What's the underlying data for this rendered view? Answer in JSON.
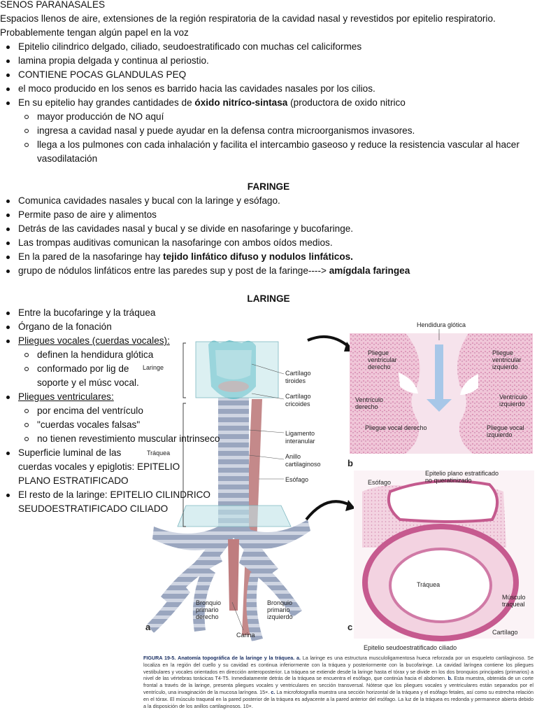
{
  "senos": {
    "title": "SENOS PARANASALES",
    "intro": "Espacios llenos de aire, extensiones de la región respiratoria de la cavidad nasal y revestidos por epitelio respiratorio. Probablemente tengan algún papel en la voz",
    "items": [
      "Epitelio cilindrico delgado, ciliado, seudoestratificado con muchas cel caliciformes",
      "lamina propia delgada y continua al periostio.",
      "CONTIENE POCAS GLANDULAS PEQ",
      "el moco producido en los senos es barrido hacia las cavidades nasales por los cilios."
    ],
    "no_item": {
      "pre": "En su epitelio hay grandes cantidades de ",
      "bold": "óxido nitríco-sintasa",
      "post": " (productora de oxido nitrico"
    },
    "subitems": [
      "mayor producción de NO aquí",
      "ingresa a cavidad nasal y puede ayudar en la defensa contra microorganismos invasores.",
      "llega a los pulmones con cada inhalación y facilita el intercambio gaseoso y reduce la resistencia vascular al hacer vasodilatación"
    ]
  },
  "faringe": {
    "title": "FARINGE",
    "items": [
      "Comunica cavidades nasales y bucal con la laringe y esófago.",
      "Permite paso de aire y alimentos",
      "Detrás de las cavidades nasal y bucal y se divide en nasofaringe y bucofaringe.",
      "Las trompas auditivas comunican la nasofaringe con ambos oídos medios."
    ],
    "item5_pre": "En la pared de la nasofaringe hay ",
    "item5_bold": "tejido linfático difuso y nodulos linfáticos.",
    "item6_pre": "grupo de nódulos linfáticos entre las paredes sup y post de la faringe----> ",
    "item6_bold": "amígdala faringea"
  },
  "laringe": {
    "title": "LARINGE",
    "item1": "Entre la bucofaringe y la tráquea",
    "item2": "Órgano de la fonación",
    "item3": "Pliegues vocales (cuerdas vocales):",
    "item3_sub": [
      "definen la hendidura glótica",
      "conformado por lig de",
      "soporte y el músc vocal."
    ],
    "item4": "Pliegues ventriculares:",
    "item4_sub": [
      "por encima del ventrículo",
      "\"cuerdas vocales falsas\"",
      "no tienen revestimiento muscular intrinseco"
    ],
    "item5": [
      "Superficie luminal de las",
      "cuerdas vocales y epiglotis: EPITELIO",
      "PLANO ESTRATIFICADO"
    ],
    "item6": [
      "El resto de la laringe: EPITELIO CILINDRICO",
      "SEUDOESTRATIFICADO CILIADO"
    ]
  },
  "figure": {
    "labels": {
      "laringe": "Laringe",
      "traquea": "Tráquea",
      "cartilago_tiroides": [
        "Cartílago",
        "tiroides"
      ],
      "cartilago_cricoides": [
        "Cartílago",
        "cricoides"
      ],
      "ligamento": [
        "Ligamento",
        "interanular"
      ],
      "anillo": [
        "Anillo",
        "cartilaginoso"
      ],
      "esofago": "Esófago",
      "bronquio_der": [
        "Bronquio",
        "primario",
        "derecho"
      ],
      "bronquio_izq": [
        "Bronquio",
        "primario",
        "izquierdo"
      ],
      "carina": "Carina",
      "hendidura": "Hendidura glótica",
      "pliegue_vent_der": [
        "Pliegue",
        "ventricular",
        "derecho"
      ],
      "pliegue_vent_izq": [
        "Pliegue",
        "ventricular",
        "izquierdo"
      ],
      "ventriculo_der": [
        "Ventrículo",
        "derecho"
      ],
      "ventriculo_izq": [
        "Ventrículo",
        "izquierdo"
      ],
      "pliegue_vocal_der": "Pliegue vocal derecho",
      "pliegue_vocal_izq": [
        "Pliegue vocal",
        "izquierdo"
      ],
      "epitelio_plano": [
        "Epitelio plano estratificado",
        "no queratinizado"
      ],
      "esofago_c": "Esófago",
      "traquea_c": "Tráquea",
      "musculo": [
        "Músculo",
        "traqueal"
      ],
      "cartilago_c": "Cartílago",
      "epitelio_seudo": "Epitelio seudoestratificado ciliado"
    },
    "panel_letters": [
      "a",
      "b",
      "c"
    ],
    "caption_title": "FIGURA 19-5.",
    "caption_bold": "Anatomía topográfica de la laringe y la tráquea.",
    "caption_a": "a.",
    "caption_text": "La laringe es una estructura musculoligamentosa hueca reforzada por un esqueleto cartilaginoso. Se localiza en la región del cuello y su cavidad es continua inferiormente con la tráquea y posteriormente con la bucofaringe. La cavidad laríngea contiene los pliegues vestibulares y vocales orientados en dirección anteroposterior. La tráquea se extiende desde la laringe hasta el tórax y se divide en los dos bronquios principales (primarios) a nivel de las vértebras torácicas T4-T5. Inmediatamente detrás de la tráquea se encuentra el esófago, que continúa hacia el abdomen.",
    "caption_b": "b.",
    "caption_text2": "Esta muestra, obtenida de un corte frontal a través de la laringe, presenta pliegues vocales y ventriculares en sección transversal. Nótese que los pliegues vocales y ventriculares están separados por el ventrículo, una invaginación de la mucosa laríngea. 15×.",
    "caption_c": "c.",
    "caption_text3": "La microfotografía muestra una sección horizontal de la tráquea y el esófago fetales, así como su estrecha relación en el tórax. El músculo traqueal en la pared posterior de la tráquea es adyacente a la pared anterior del esófago. La luz de la tráquea es redonda y permanece abierta debido a la disposición de los anillos cartilaginosos. 10×."
  },
  "colors": {
    "trachea_ring": "#a8b1c4",
    "trachea_teal": "#7fc9d0",
    "histology_pink": "#e8a8c4",
    "esophagus": "#c77a7a",
    "caption_title": "#1a2f63"
  }
}
